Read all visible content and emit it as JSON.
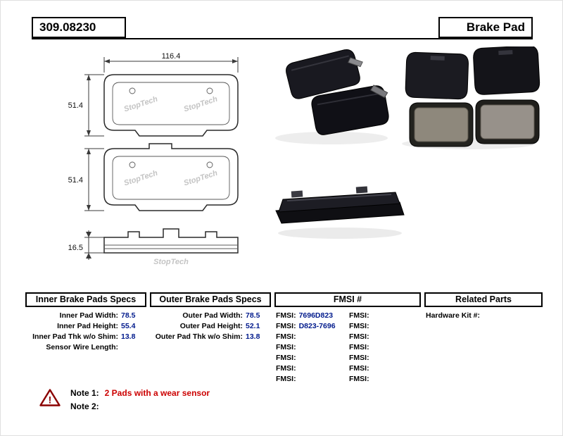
{
  "header": {
    "part_number": "309.08230",
    "product_type": "Brake Pad"
  },
  "drawings": {
    "watermark": "StopTech",
    "pad_front_1": {
      "width": "116.4",
      "height": "51.4"
    },
    "pad_front_2": {
      "height": "51.4"
    },
    "pad_edge": {
      "thickness": "16.5"
    }
  },
  "specs": {
    "inner": {
      "header": "Inner Brake Pads Specs",
      "rows": [
        {
          "label": "Inner Pad Width:",
          "value": "78.5"
        },
        {
          "label": "Inner Pad Height:",
          "value": "55.4"
        },
        {
          "label": "Inner Pad Thk w/o Shim:",
          "value": "13.8"
        },
        {
          "label": "Sensor Wire Length:",
          "value": ""
        }
      ]
    },
    "outer": {
      "header": "Outer Brake Pads Specs",
      "rows": [
        {
          "label": "Outer Pad Width:",
          "value": "78.5"
        },
        {
          "label": "Outer Pad Height:",
          "value": "52.1"
        },
        {
          "label": "Outer Pad Thk w/o Shim:",
          "value": "13.8"
        }
      ]
    },
    "fmsi": {
      "header": "FMSI #",
      "rows": [
        {
          "l_label": "FMSI:",
          "l_value": "7696D823",
          "r_label": "FMSI:",
          "r_value": ""
        },
        {
          "l_label": "FMSI:",
          "l_value": "D823-7696",
          "r_label": "FMSI:",
          "r_value": ""
        },
        {
          "l_label": "FMSI:",
          "l_value": "",
          "r_label": "FMSI:",
          "r_value": ""
        },
        {
          "l_label": "FMSI:",
          "l_value": "",
          "r_label": "FMSI:",
          "r_value": ""
        },
        {
          "l_label": "FMSI:",
          "l_value": "",
          "r_label": "FMSI:",
          "r_value": ""
        },
        {
          "l_label": "FMSI:",
          "l_value": "",
          "r_label": "FMSI:",
          "r_value": ""
        },
        {
          "l_label": "FMSI:",
          "l_value": "",
          "r_label": "FMSI:",
          "r_value": ""
        }
      ]
    },
    "related": {
      "header": "Related Parts",
      "rows": [
        {
          "label": "Hardware Kit #:",
          "value": ""
        }
      ]
    }
  },
  "notes": {
    "warning_symbol": "!",
    "items": [
      {
        "label": "Note 1:",
        "text": "2 Pads with a wear sensor"
      },
      {
        "label": "Note 2:",
        "text": ""
      }
    ]
  },
  "colors": {
    "value_text": "#001a8c",
    "note_text": "#cc0000",
    "rule": "#000000"
  }
}
